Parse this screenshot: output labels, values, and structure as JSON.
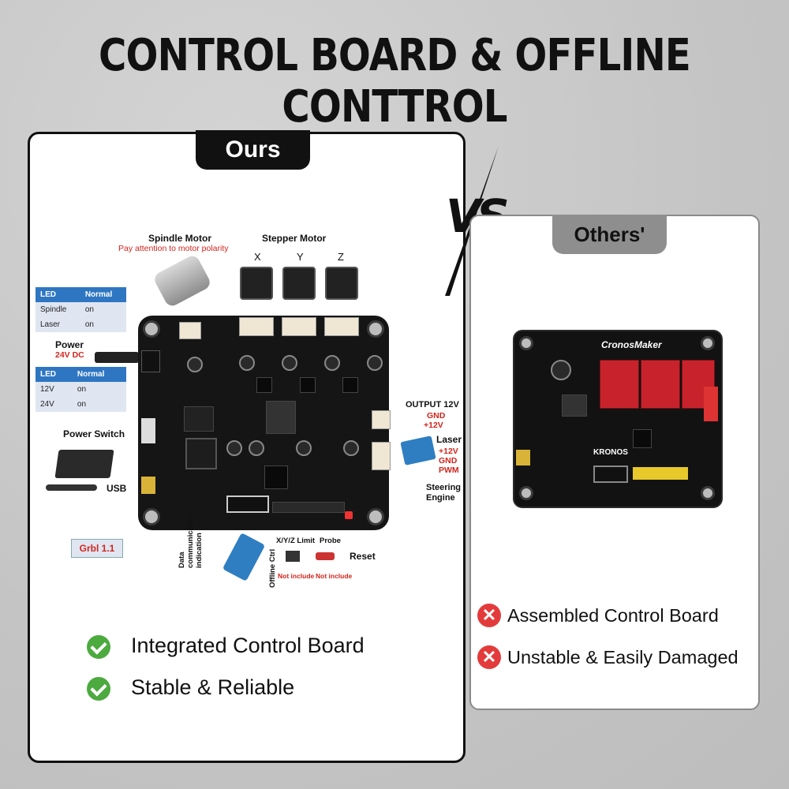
{
  "title": "CONTROL BOARD & OFFLINE CONTTROL",
  "ours": {
    "tag": "Ours",
    "labels": {
      "spindle_motor": "Spindle Motor",
      "spindle_note": "Pay attention to motor polarity",
      "stepper_motor": "Stepper Motor",
      "x": "X",
      "y": "Y",
      "z": "Z",
      "power": "Power",
      "power_note": "24V DC",
      "power_switch": "Power Switch",
      "usb": "USB",
      "output": "OUTPUT 12V",
      "output_gnd": "GND",
      "output_12v": "+12V",
      "laser": "Laser",
      "laser_12v": "+12V",
      "laser_gnd": "GND",
      "laser_pwm": "PWM",
      "steering": "Steering",
      "engine": "Engine",
      "grbl": "Grbl 1.1",
      "data_comm": "Data communication indication",
      "offline": "Offline Ctrl",
      "xyz_limit": "X/Y/Z Limit",
      "probe": "Probe",
      "reset": "Reset",
      "not_include_1": "Not include",
      "not_include_2": "Not include"
    },
    "led_table_1": {
      "headers": [
        "LED",
        "Normal"
      ],
      "rows": [
        [
          "Spindle",
          "on"
        ],
        [
          "Laser",
          "on"
        ]
      ]
    },
    "led_table_2": {
      "headers": [
        "LED",
        "Normal"
      ],
      "rows": [
        [
          "12V",
          "on"
        ],
        [
          "24V",
          "on"
        ]
      ]
    },
    "features": [
      "Integrated  Control Board",
      "Stable & Reliable"
    ]
  },
  "vs": "VS",
  "others": {
    "tag": "Others'",
    "board_brand": "CronosMaker",
    "board_logo": "KRONOS",
    "features": [
      "Assembled Control Board",
      "Unstable & Easily Damaged"
    ]
  },
  "colors": {
    "check": "#4caa3e",
    "cross": "#e33b3b",
    "accent_red": "#d4241c",
    "table_header": "#2e76c2"
  }
}
